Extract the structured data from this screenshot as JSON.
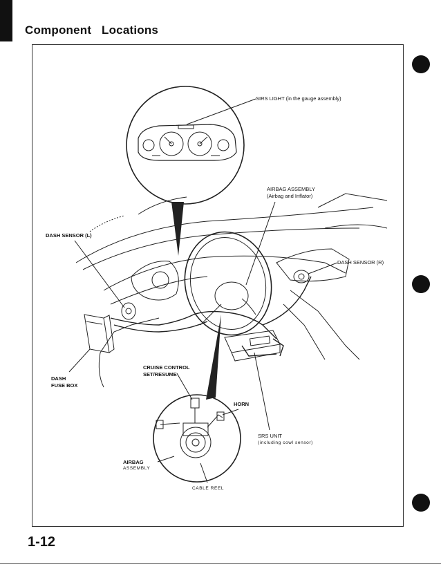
{
  "page": {
    "title": "Component   Locations",
    "page_number": "1-12"
  },
  "labels": {
    "srs_light": "SIRS LIGHT (in the gauge assembly)",
    "airbag_assembly_top_1": "AIRBAG ASSEMBLY",
    "airbag_assembly_top_2": "(Airbag and Inflator)",
    "dash_sensor_l": "DASH SENSOR (L)",
    "dash_sensor_r": "DASH SENSOR (R)",
    "dash_fuse_box_1": "DASH",
    "dash_fuse_box_2": "FUSE BOX",
    "cruise_control_1": "CRUISE CONTROL",
    "cruise_control_2": "SET/RESUME",
    "horn": "HORN",
    "srs_unit_1": "SRS UNIT",
    "srs_unit_2": "(including cowl sensor)",
    "airbag_assembly_bottom_1": "AIRBAG",
    "airbag_assembly_bottom_2": "ASSEMBLY",
    "cable_reel": "CABLE REEL"
  }
}
